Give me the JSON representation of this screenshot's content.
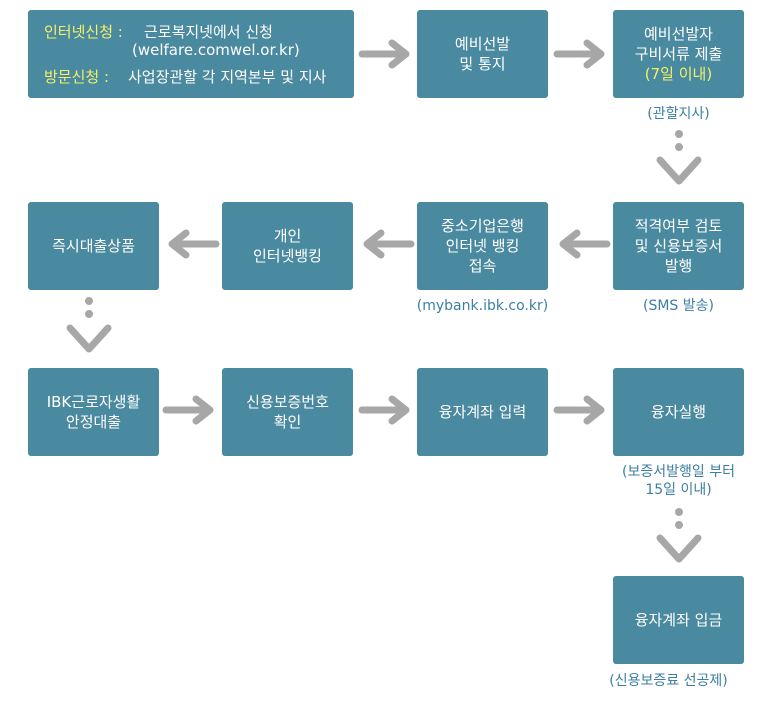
{
  "start": {
    "online_label": "인터넷신청 :",
    "online_text": "근로복지넷에서 신청",
    "online_url": "(welfare.comwel.or.kr)",
    "visit_label": "방문신청 :",
    "visit_text": "사업장관할 각 지역본부 및 지사"
  },
  "steps": {
    "notice": {
      "line1": "예비선발",
      "line2": "및 통지"
    },
    "docs": {
      "line1": "예비선발자",
      "line2": "구비서류 제출",
      "line3": "(7일 이내)",
      "note": "(관할지사)"
    },
    "review": {
      "line1": "적격여부 검토",
      "line2": "및 신용보증서",
      "line3": "발행",
      "note": "(SMS 발송)"
    },
    "bank": {
      "line1": "중소기업은행",
      "line2": "인터넷 뱅킹",
      "line3": "접속",
      "note": "(mybank.ibk.co.kr)"
    },
    "personal": {
      "line1": "개인",
      "line2": "인터넷뱅킹"
    },
    "instant": {
      "line1": "즉시대출상품"
    },
    "ibk_loan": {
      "line1": "IBK근로자생활",
      "line2": "안정대출"
    },
    "guarantee_no": {
      "line1": "신용보증번호",
      "line2": "확인"
    },
    "account_input": {
      "line1": "융자계좌 입력"
    },
    "execute": {
      "line1": "융자실행",
      "note1": "(보증서발행일 부터",
      "note2": "15일 이내)"
    },
    "deposit": {
      "line1": "융자계좌 입금",
      "note": "(신용보증료 선공제)"
    }
  },
  "colors": {
    "box": "#4a8aa0",
    "highlight": "#f2f06a",
    "note": "#3c7fa4",
    "arrow": "#a7a7a7"
  }
}
